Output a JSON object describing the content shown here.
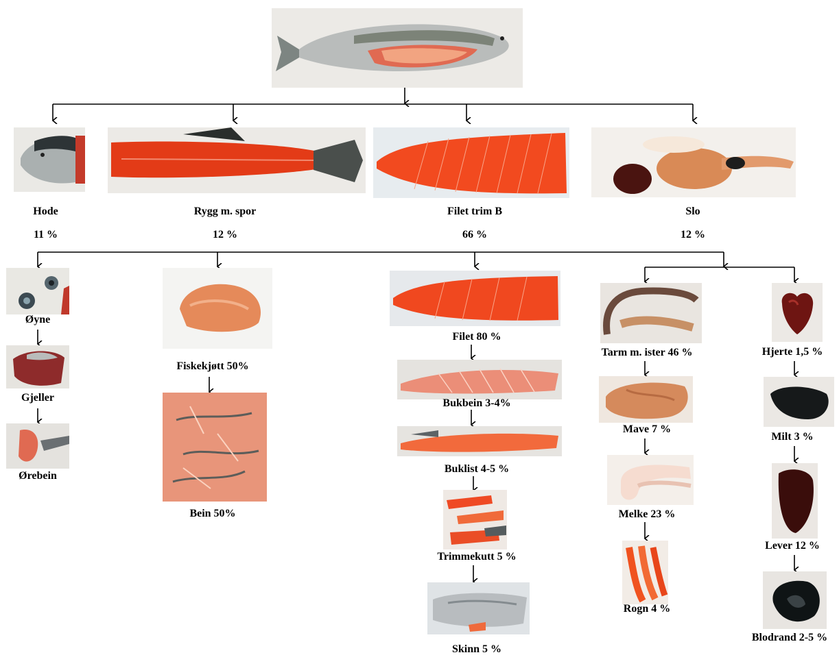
{
  "top": {
    "hode": {
      "label": "Hode",
      "pct": "11 %"
    },
    "rygg": {
      "label": "Rygg m. spor",
      "pct": "12 %"
    },
    "filet": {
      "label": "Filet trim B",
      "pct": "66 %"
    },
    "slo": {
      "label": "Slo",
      "pct": "12 %"
    }
  },
  "head_parts": [
    "Øyne",
    "Gjeller",
    "Ørebein"
  ],
  "backbone_parts": [
    "Fiskekjøtt 50%",
    "Bein 50%"
  ],
  "fillet_parts": [
    "Filet 80 %",
    "Bukbein 3-4%",
    "Buklist 4-5 %",
    "Trimmekutt 5 %",
    "Skinn 5 %"
  ],
  "gut_parts": [
    "Tarm m. ister 46 %",
    "Mave 7 %",
    "Melke 23 %",
    "Rogn 4 %"
  ],
  "organ_parts": [
    "Hjerte 1,5 %",
    "Milt 3 %",
    "Lever 12 %",
    "Blodrand 2-5 %"
  ]
}
